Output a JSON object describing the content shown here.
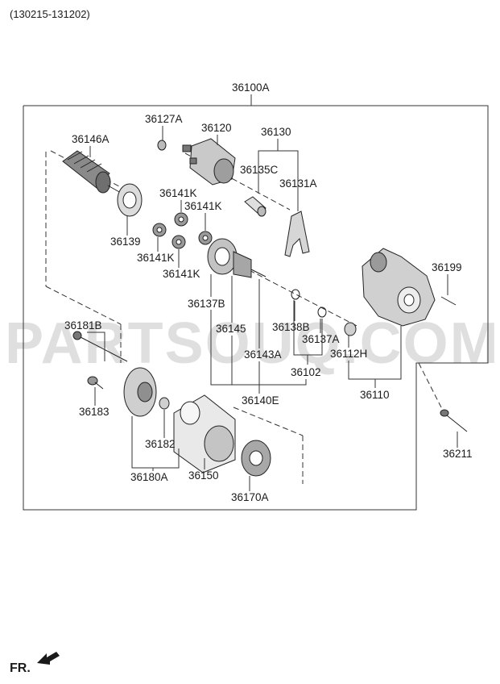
{
  "header": {
    "serial_range": "(130215-131202)"
  },
  "watermark": "PARTSOUQ.COM",
  "assembly_label": "36100A",
  "footer": {
    "front_marker": "FR."
  },
  "callouts": {
    "c36127A": "36127A",
    "c36120": "36120",
    "c36130": "36130",
    "c36146A": "36146A",
    "c36135C": "36135C",
    "c36131A": "36131A",
    "c36141K_1": "36141K",
    "c36141K_2": "36141K",
    "c36141K_3": "36141K",
    "c36141K_4": "36141K",
    "c36139": "36139",
    "c36199": "36199",
    "c36137B": "36137B",
    "c36145": "36145",
    "c36138B": "36138B",
    "c36137A": "36137A",
    "c36181B": "36181B",
    "c36143A": "36143A",
    "c36112H": "36112H",
    "c36102": "36102",
    "c36110": "36110",
    "c36183": "36183",
    "c36140E": "36140E",
    "c36182": "36182",
    "c36211": "36211",
    "c36180A": "36180A",
    "c36150": "36150",
    "c36170A": "36170A"
  },
  "icons": [
    "armature-icon",
    "solenoid-icon",
    "shift-lever-icon",
    "planetary-gear-icon",
    "starter-housing-icon",
    "yoke-icon",
    "brush-holder-icon",
    "rear-bracket-icon",
    "through-bolt-icon",
    "mounting-bolt-icon",
    "front-arrow-icon"
  ]
}
